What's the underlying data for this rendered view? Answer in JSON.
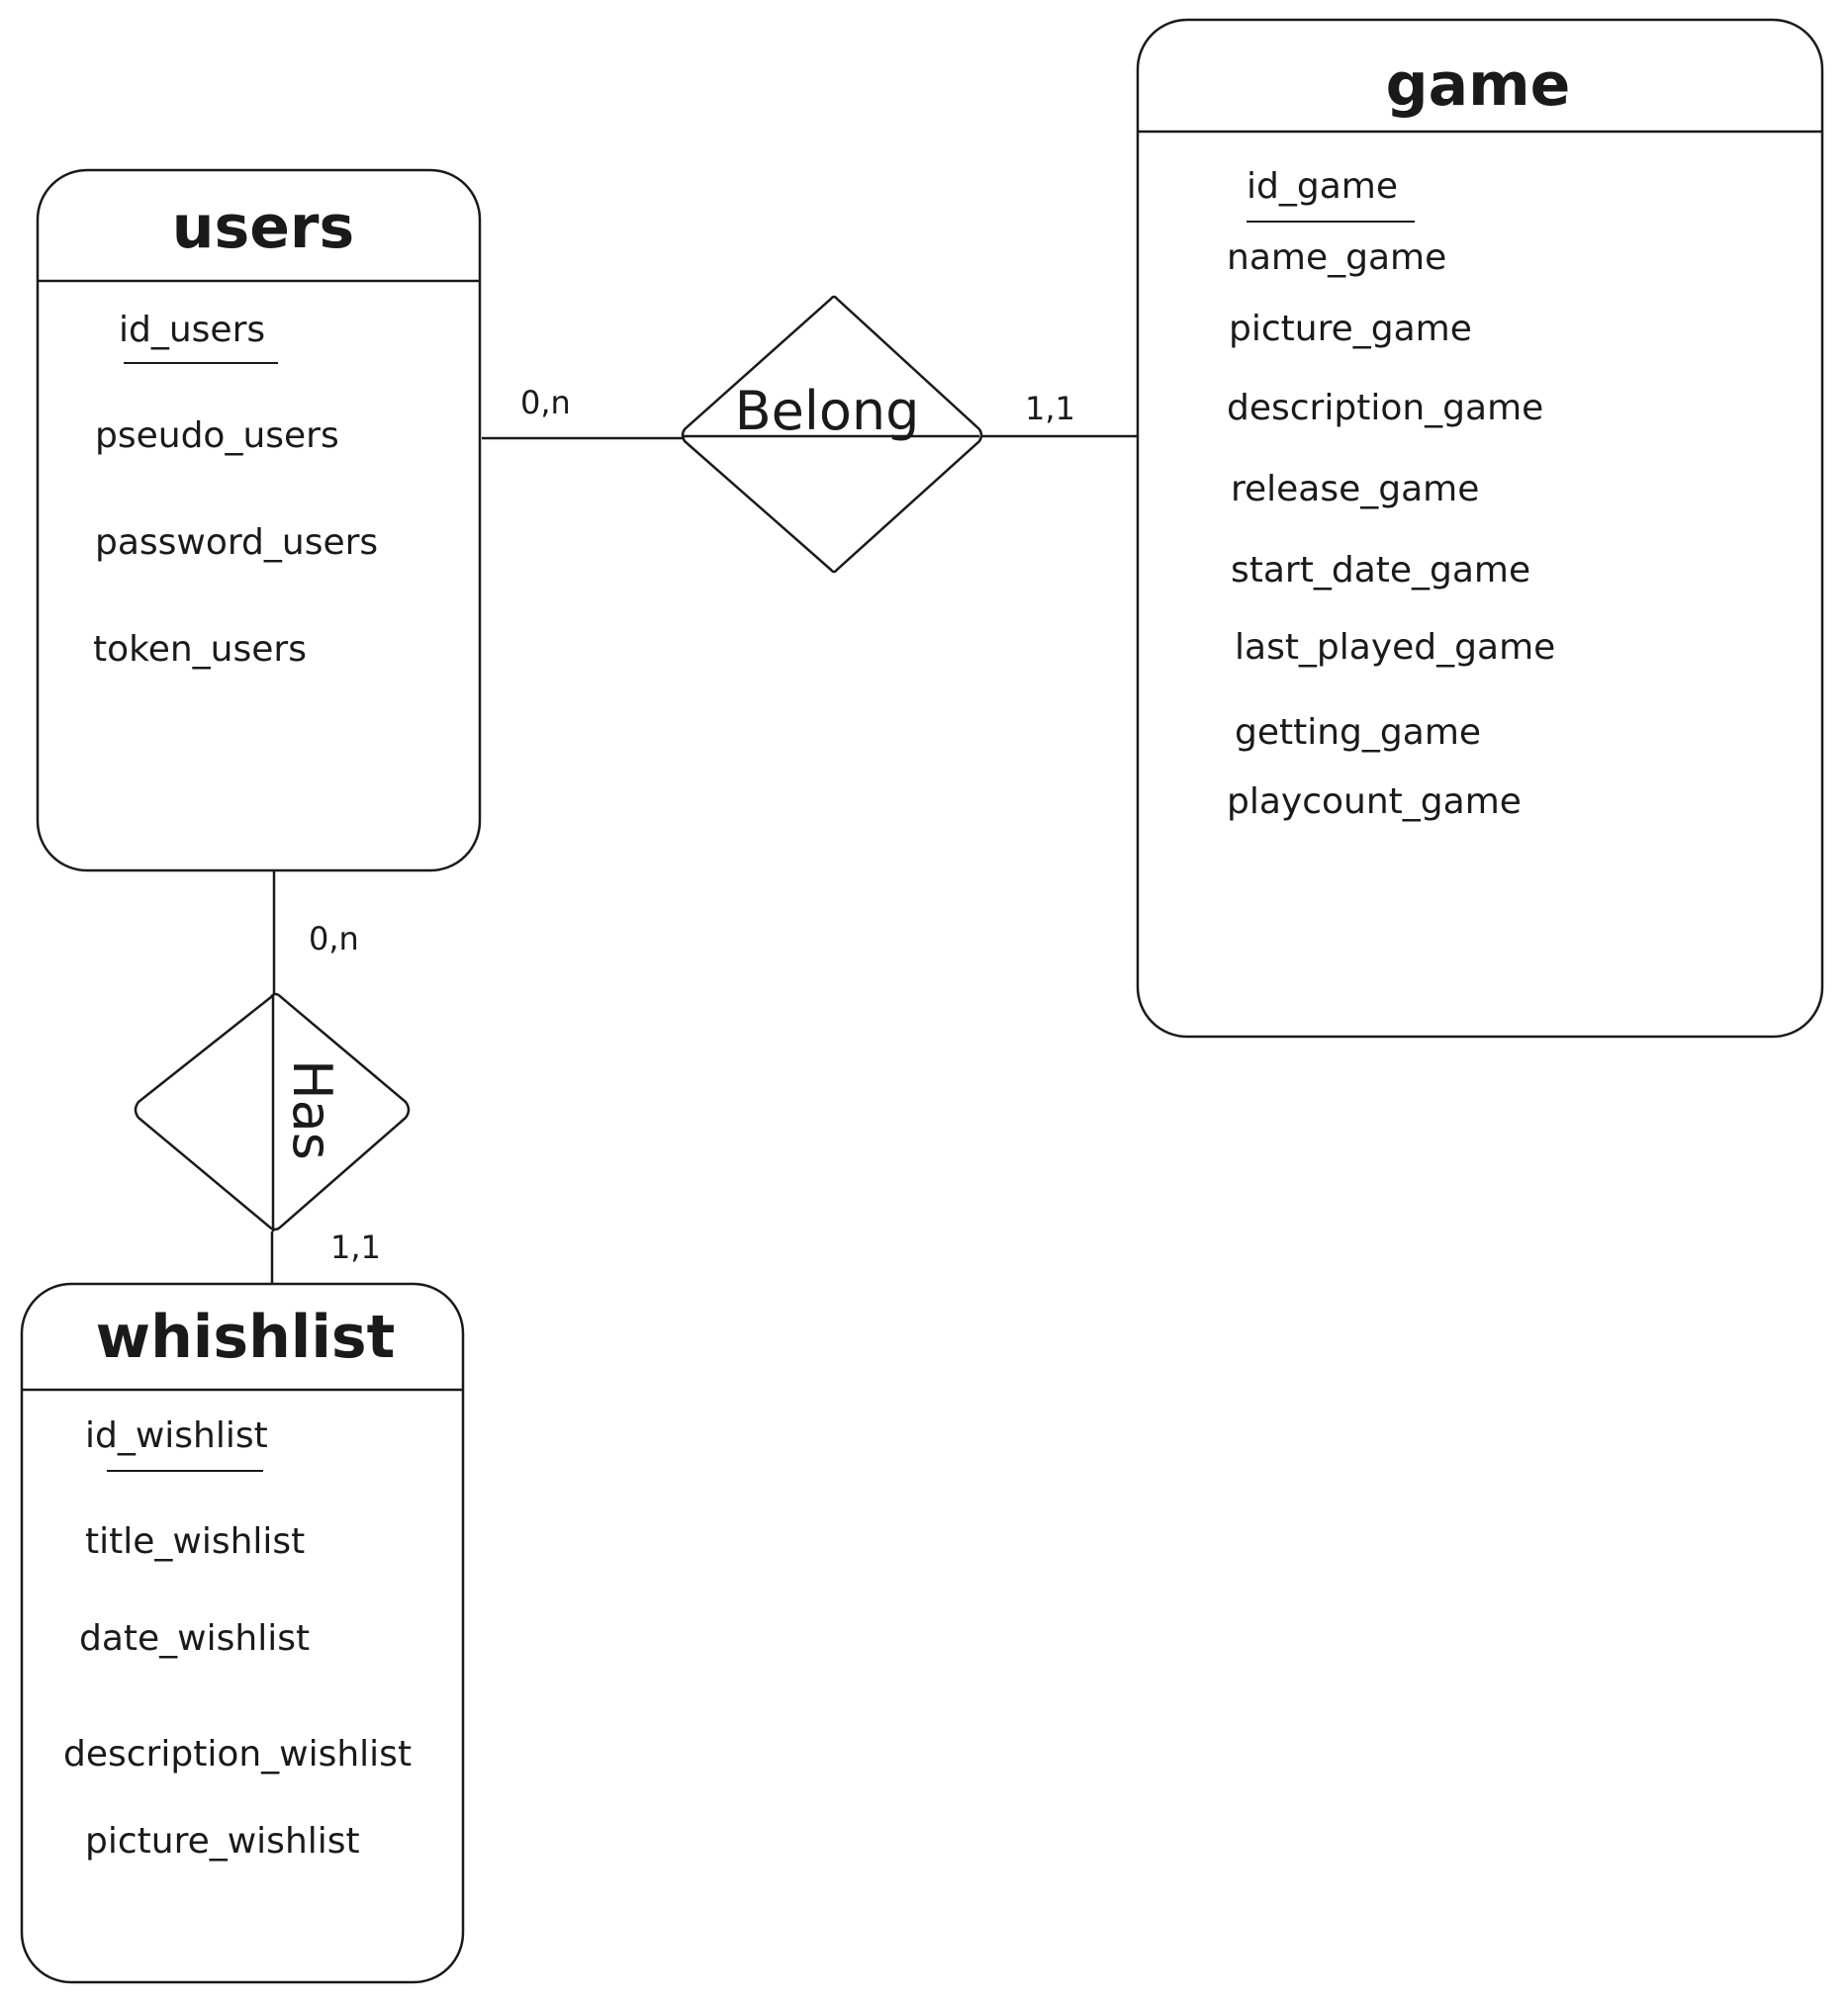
{
  "entities": {
    "users": {
      "title": "users",
      "attributes": [
        "id_users",
        "pseudo_users",
        "password_users",
        "token_users"
      ],
      "primary_key": "id_users"
    },
    "game": {
      "title": "game",
      "attributes": [
        "id_game",
        "name_game",
        "picture_game",
        "description_game",
        "release_game",
        "start_date_game",
        "last_played_game",
        "getting_game",
        "playcount_game"
      ],
      "primary_key": "id_game"
    },
    "whishlist": {
      "title": "whishlist",
      "attributes": [
        "id_wishlist",
        "title_wishlist",
        "date_wishlist",
        "description_wishlist",
        "picture_wishlist"
      ],
      "primary_key": "id_wishlist"
    }
  },
  "relationships": {
    "belong": {
      "label": "Belong",
      "card_users": "0,n",
      "card_game": "1,1"
    },
    "has": {
      "label": "Has",
      "card_users": "0,n",
      "card_whishlist": "1,1"
    }
  }
}
